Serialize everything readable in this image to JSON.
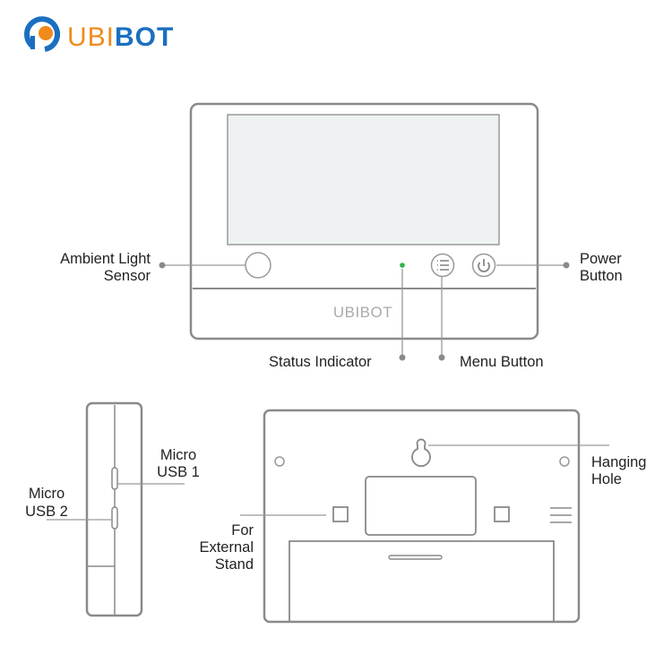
{
  "logo": {
    "brand_part1": "UBI",
    "brand_part2": "BOT",
    "colors": {
      "blue": "#1a6fc0",
      "orange": "#f08a1c"
    }
  },
  "front": {
    "device_brand": "UBIBOT",
    "status_led_color": "#2bb34a",
    "labels": {
      "ambient_light_line1": "Ambient Light",
      "ambient_light_line2": "Sensor",
      "power_line1": "Power",
      "power_line2": "Button",
      "status_indicator": "Status Indicator",
      "menu_button": "Menu Button"
    }
  },
  "side": {
    "labels": {
      "usb1_line1": "Micro",
      "usb1_line2": "USB 1",
      "usb2_line1": "Micro",
      "usb2_line2": "USB 2"
    }
  },
  "back": {
    "labels": {
      "hanging_line1": "Hanging",
      "hanging_line2": "Hole",
      "stand_line1": "For",
      "stand_line2": "External",
      "stand_line3": "Stand"
    }
  }
}
